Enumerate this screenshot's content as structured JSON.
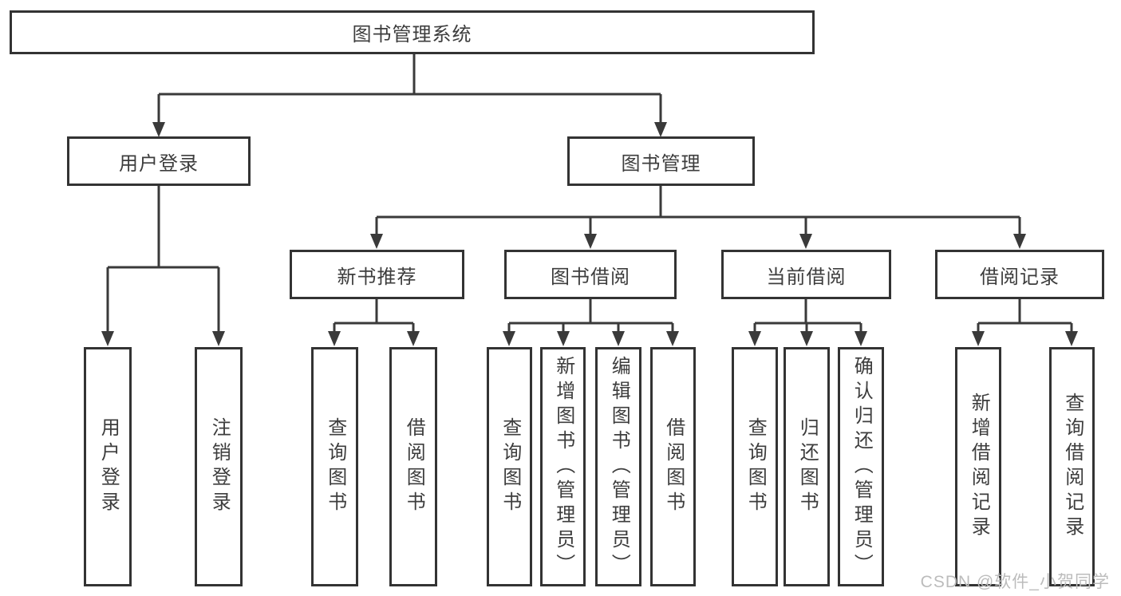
{
  "tree": {
    "root": "图书管理系统",
    "user_login": {
      "label": "用户登录",
      "children": [
        "用户登录",
        "注销登录"
      ]
    },
    "book_mgmt": {
      "label": "图书管理",
      "groups": [
        {
          "label": "新书推荐",
          "children": [
            "查询图书",
            "借阅图书"
          ]
        },
        {
          "label": "图书借阅",
          "children": [
            "查询图书",
            "新增图书（管理员）",
            "编辑图书（管理员）",
            "借阅图书"
          ]
        },
        {
          "label": "当前借阅",
          "children": [
            "查询图书",
            "归还图书",
            "确认归还（管理员）"
          ]
        },
        {
          "label": "借阅记录",
          "children": [
            "新增借阅记录",
            "查询借阅记录"
          ]
        }
      ]
    }
  },
  "watermark": "CSDN @软件_小贺同学",
  "colors": {
    "line": "#3a3a3a",
    "box_border": "#333333",
    "text": "#3d3d3d",
    "background": "#ffffff",
    "watermark": "#bcbcbc"
  }
}
